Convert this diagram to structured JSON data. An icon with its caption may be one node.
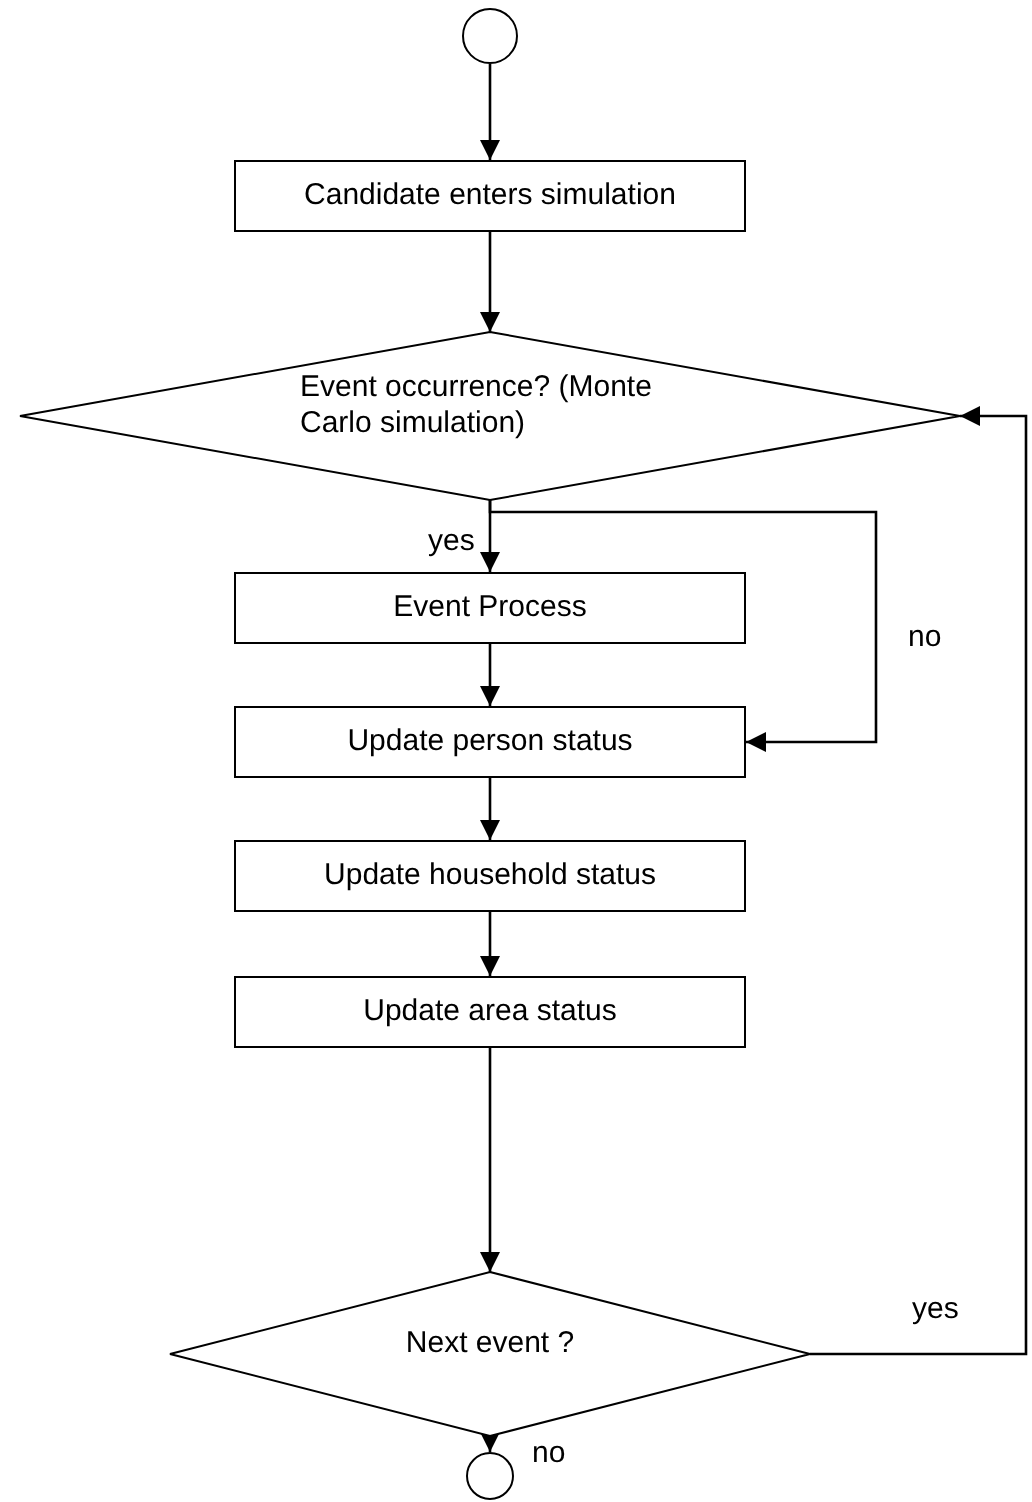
{
  "diagram": {
    "nodes": [
      {
        "text": [],
        "shape": "circle"
      },
      {
        "text": [
          "Candidate enters simulation"
        ]
      },
      {
        "text": [
          "Event occurrence? (Monte Carlo simulation)"
        ]
      },
      {
        "text": [
          "Event Process"
        ]
      },
      {
        "text": [
          "Update person status"
        ]
      },
      {
        "text": [
          "Update household status"
        ]
      },
      {
        "text": [
          "Update area status"
        ]
      },
      {
        "text": [
          "Next event ?"
        ]
      },
      {
        "text": [],
        "shape": "circle"
      }
    ],
    "edges": [
      {
        "from": 0,
        "to": 1,
        "arrow": "to"
      },
      {
        "from": 1,
        "to": 2,
        "arrow": "to"
      },
      {
        "from": 2,
        "to": 3,
        "arrow": "to",
        "label": "yes"
      },
      {
        "from": 2,
        "to": 4,
        "arrow": "to",
        "label": "no"
      },
      {
        "from": 3,
        "to": 4,
        "arrow": "to"
      },
      {
        "from": 4,
        "to": 5,
        "arrow": "to"
      },
      {
        "from": 5,
        "to": 6,
        "arrow": "to"
      },
      {
        "from": 6,
        "to": 7,
        "arrow": "to"
      },
      {
        "from": 7,
        "to": 8,
        "arrow": "to",
        "label": "no"
      },
      {
        "from": 7,
        "to": 2,
        "arrow": "to",
        "label": "yes"
      }
    ]
  }
}
